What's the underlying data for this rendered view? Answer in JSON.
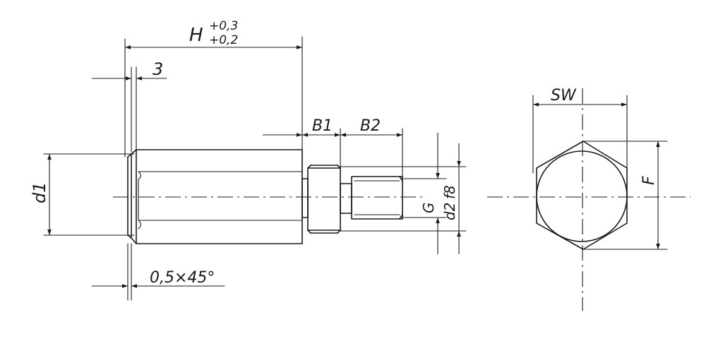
{
  "labels": {
    "H": "H",
    "H_tol_upper": "+0,3",
    "H_tol_lower": "+0,2",
    "three": "3",
    "d1": "d1",
    "B1": "B1",
    "B2": "B2",
    "G": "G",
    "d2": "d2",
    "f8": "f8",
    "chamfer": "0,5×45°",
    "SW": "SW",
    "F": "F"
  }
}
